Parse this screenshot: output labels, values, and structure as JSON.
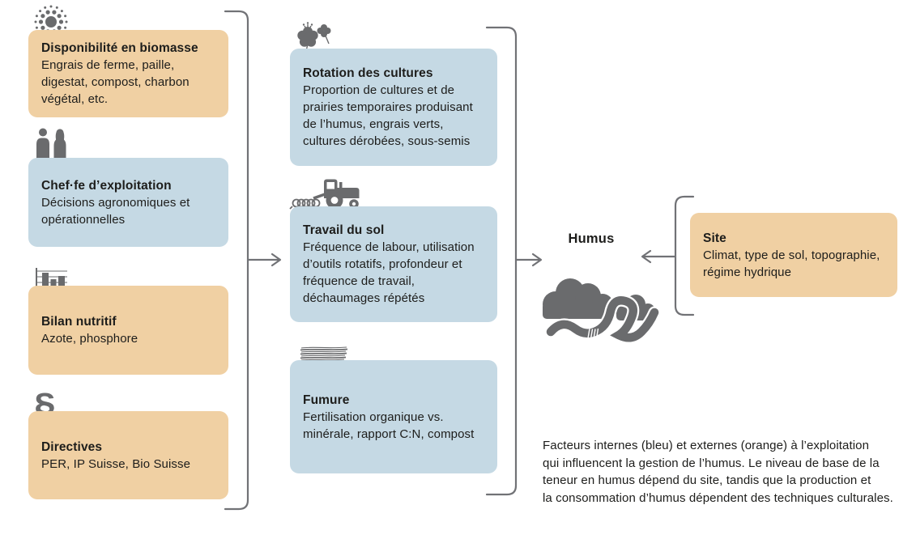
{
  "palette": {
    "orange": "#F0D0A3",
    "blue": "#C5D9E4",
    "icon_gray": "#6A6B6D",
    "line_gray": "#717276",
    "text": "#1D1D1B"
  },
  "left_column": {
    "items": [
      {
        "title": "Disponibilité en biomasse",
        "body": "Engrais de ferme, paille, digestat, compost, charbon végétal, etc.",
        "tone": "orange",
        "icon": "biomass-dots-icon"
      },
      {
        "title": "Chef·fe d’exploitation",
        "body": "Décisions agronomiques et opérationnelles",
        "tone": "blue",
        "icon": "farm-managers-icon"
      },
      {
        "title": "Bilan nutritif",
        "body": "Azote, phosphore",
        "tone": "orange",
        "icon": "bar-chart-icon"
      },
      {
        "title": "Directives",
        "body": "PER, IP Suisse, Bio Suisse",
        "tone": "orange",
        "icon": "section-sign-icon",
        "icon_glyph": "§"
      }
    ]
  },
  "middle_column": {
    "items": [
      {
        "title": "Rotation des cultures",
        "body": "Proportion de cultures et de prairies temporaires produisant de l’humus, engrais verts, cultures dérobées, sous-semis",
        "tone": "blue",
        "icon": "flowers-icon"
      },
      {
        "title": "Travail du sol",
        "body": "Fréquence de labour, utilisation d’outils rotatifs, profondeur et fréquence de travail, déchaumages répétés",
        "tone": "blue",
        "icon": "tractor-icon"
      },
      {
        "title": "Fumure",
        "body": "Fertilisation organique vs. minérale, rapport C:N, compost",
        "tone": "blue",
        "icon": "straw-layers-icon"
      }
    ]
  },
  "center": {
    "humus_label": "Humus",
    "icon": "soil-worm-icon"
  },
  "site": {
    "title": "Site",
    "body": "Climat, type de sol, topographie, régime hydrique",
    "tone": "orange"
  },
  "caption": {
    "lines": [
      "Facteurs internes (bleu) et externes (orange) à l’exploitation",
      "qui influencent la gestion de l’humus. Le niveau de base de la",
      "teneur en humus dépend du site, tandis que la production et",
      "la consommation d’humus dépendent des techniques culturales."
    ]
  }
}
